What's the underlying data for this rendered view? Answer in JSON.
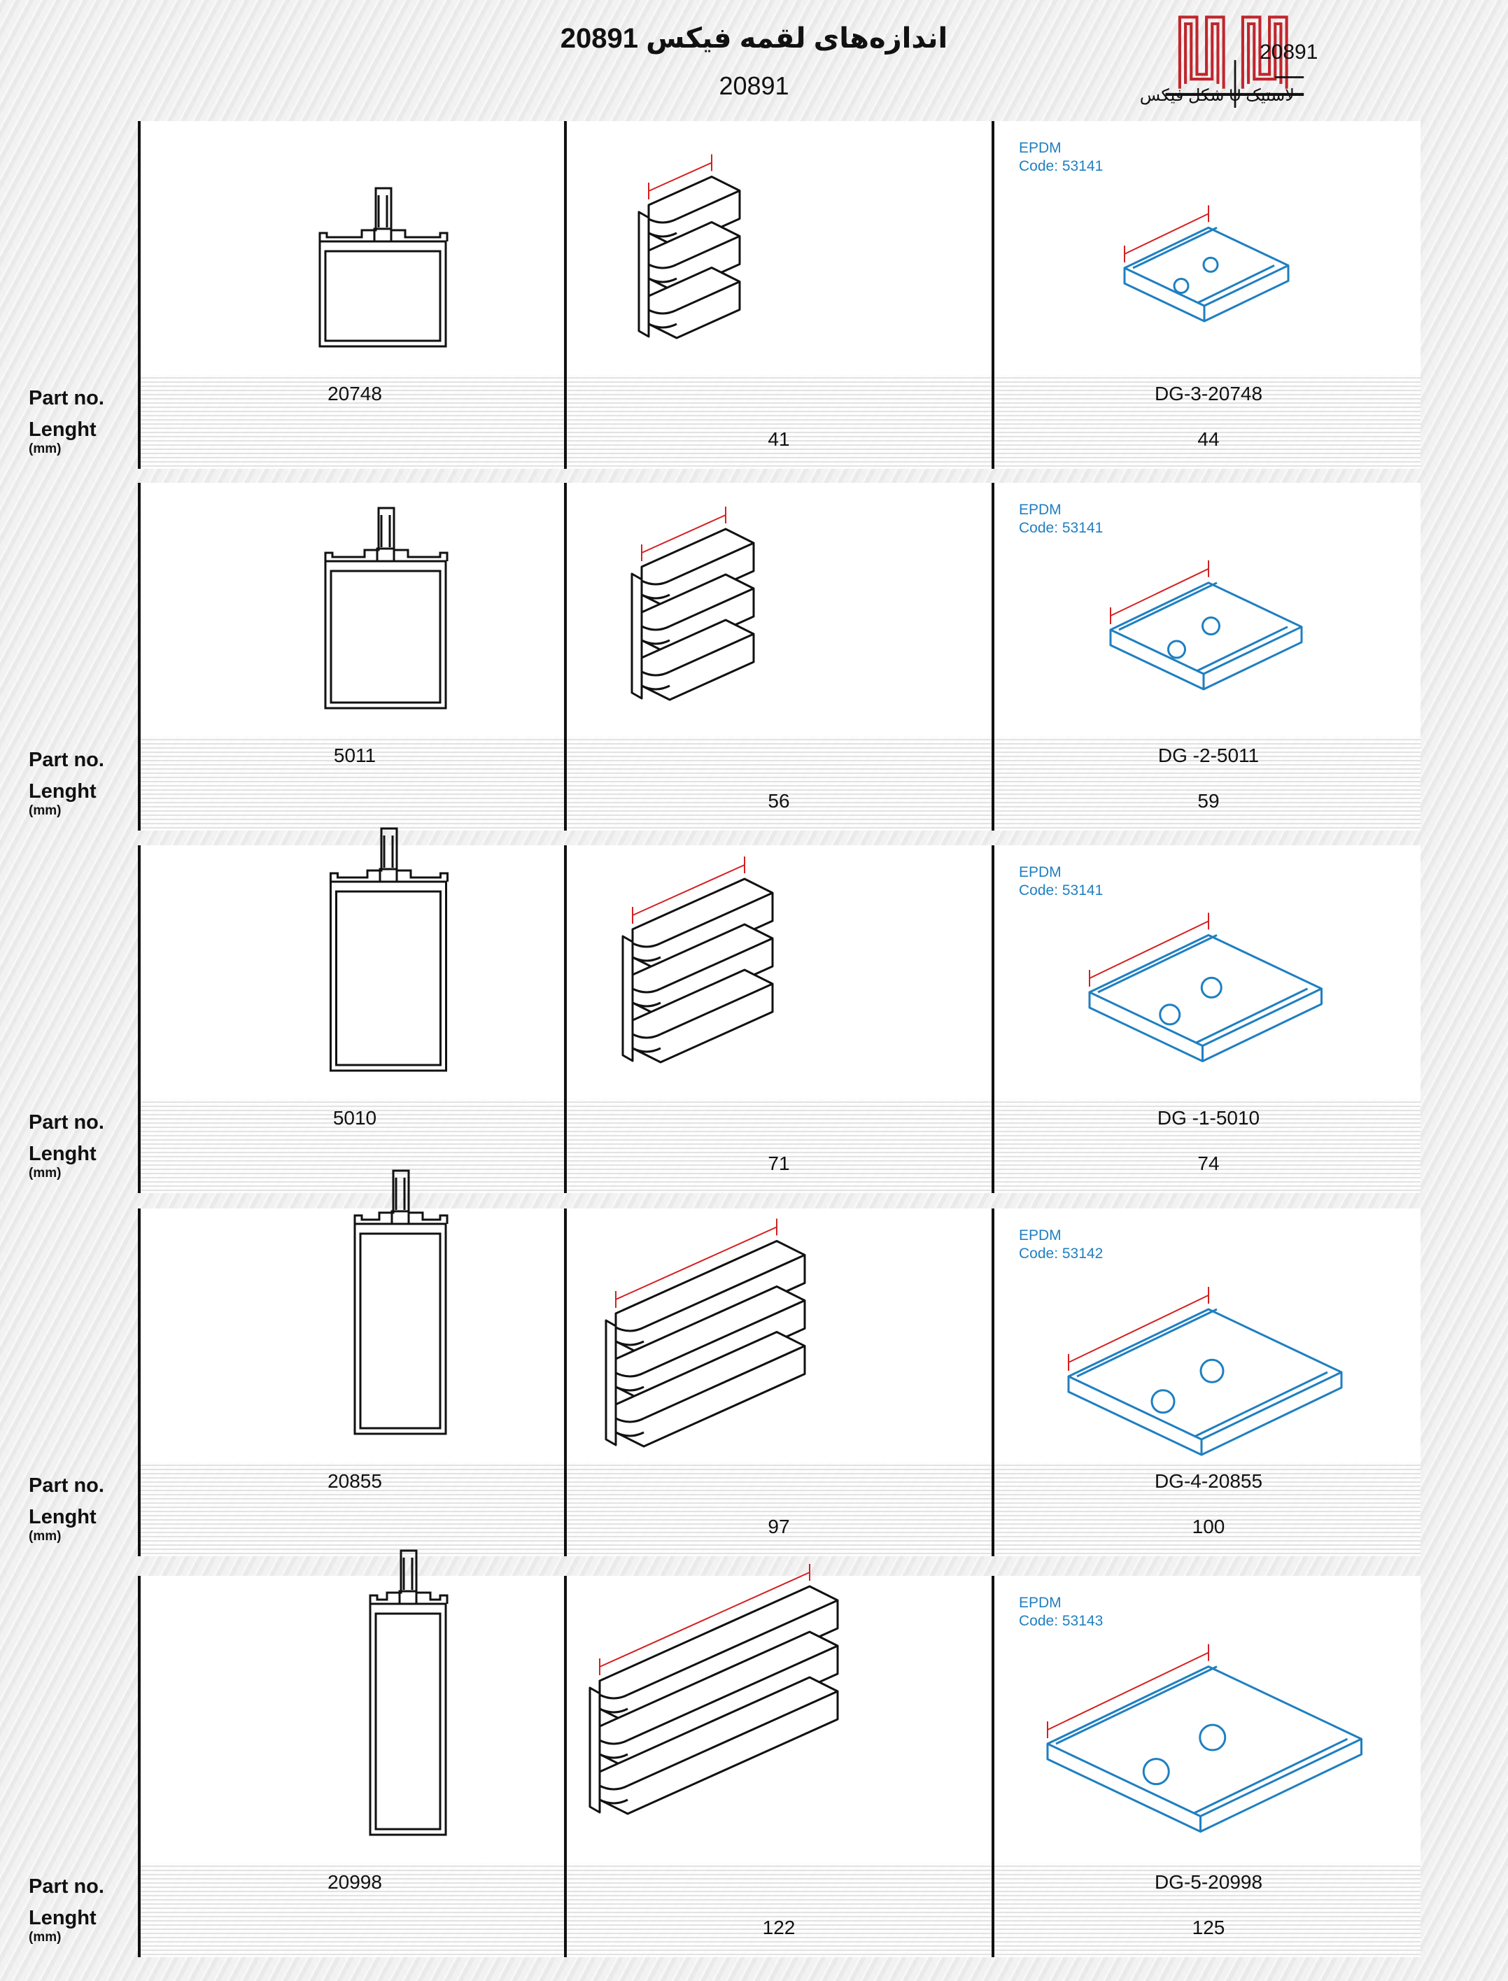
{
  "header": {
    "title": "اندازه‌های لقمه فیکس 20891",
    "subtitle": "20891",
    "legend_code": "20891",
    "legend_caption": "لاستیک U شکل فیکس"
  },
  "labels": {
    "part_no": "Part no.",
    "length": "Lenght",
    "unit": "(mm)"
  },
  "rows": [
    {
      "part": "20748",
      "length_mid": "41",
      "gasket_part": "DG-3-20748",
      "gasket_length": "44",
      "material": "EPDM",
      "code": "Code: 53141"
    },
    {
      "part": "5011",
      "length_mid": "56",
      "gasket_part": "DG -2-5011",
      "gasket_length": "59",
      "material": "EPDM",
      "code": "Code: 53141"
    },
    {
      "part": "5010",
      "length_mid": "71",
      "gasket_part": "DG -1-5010",
      "gasket_length": "74",
      "material": "EPDM",
      "code": "Code: 53141"
    },
    {
      "part": "20855",
      "length_mid": "97",
      "gasket_part": "DG-4-20855",
      "gasket_length": "100",
      "material": "EPDM",
      "code": "Code: 53142"
    },
    {
      "part": "20998",
      "length_mid": "122",
      "gasket_part": "DG-5-20998",
      "gasket_length": "125",
      "material": "EPDM",
      "code": "Code: 53143"
    }
  ],
  "colors": {
    "gasket_line": "#1f7fc1",
    "dimension_line": "#d42020",
    "profile_line": "#111111"
  }
}
